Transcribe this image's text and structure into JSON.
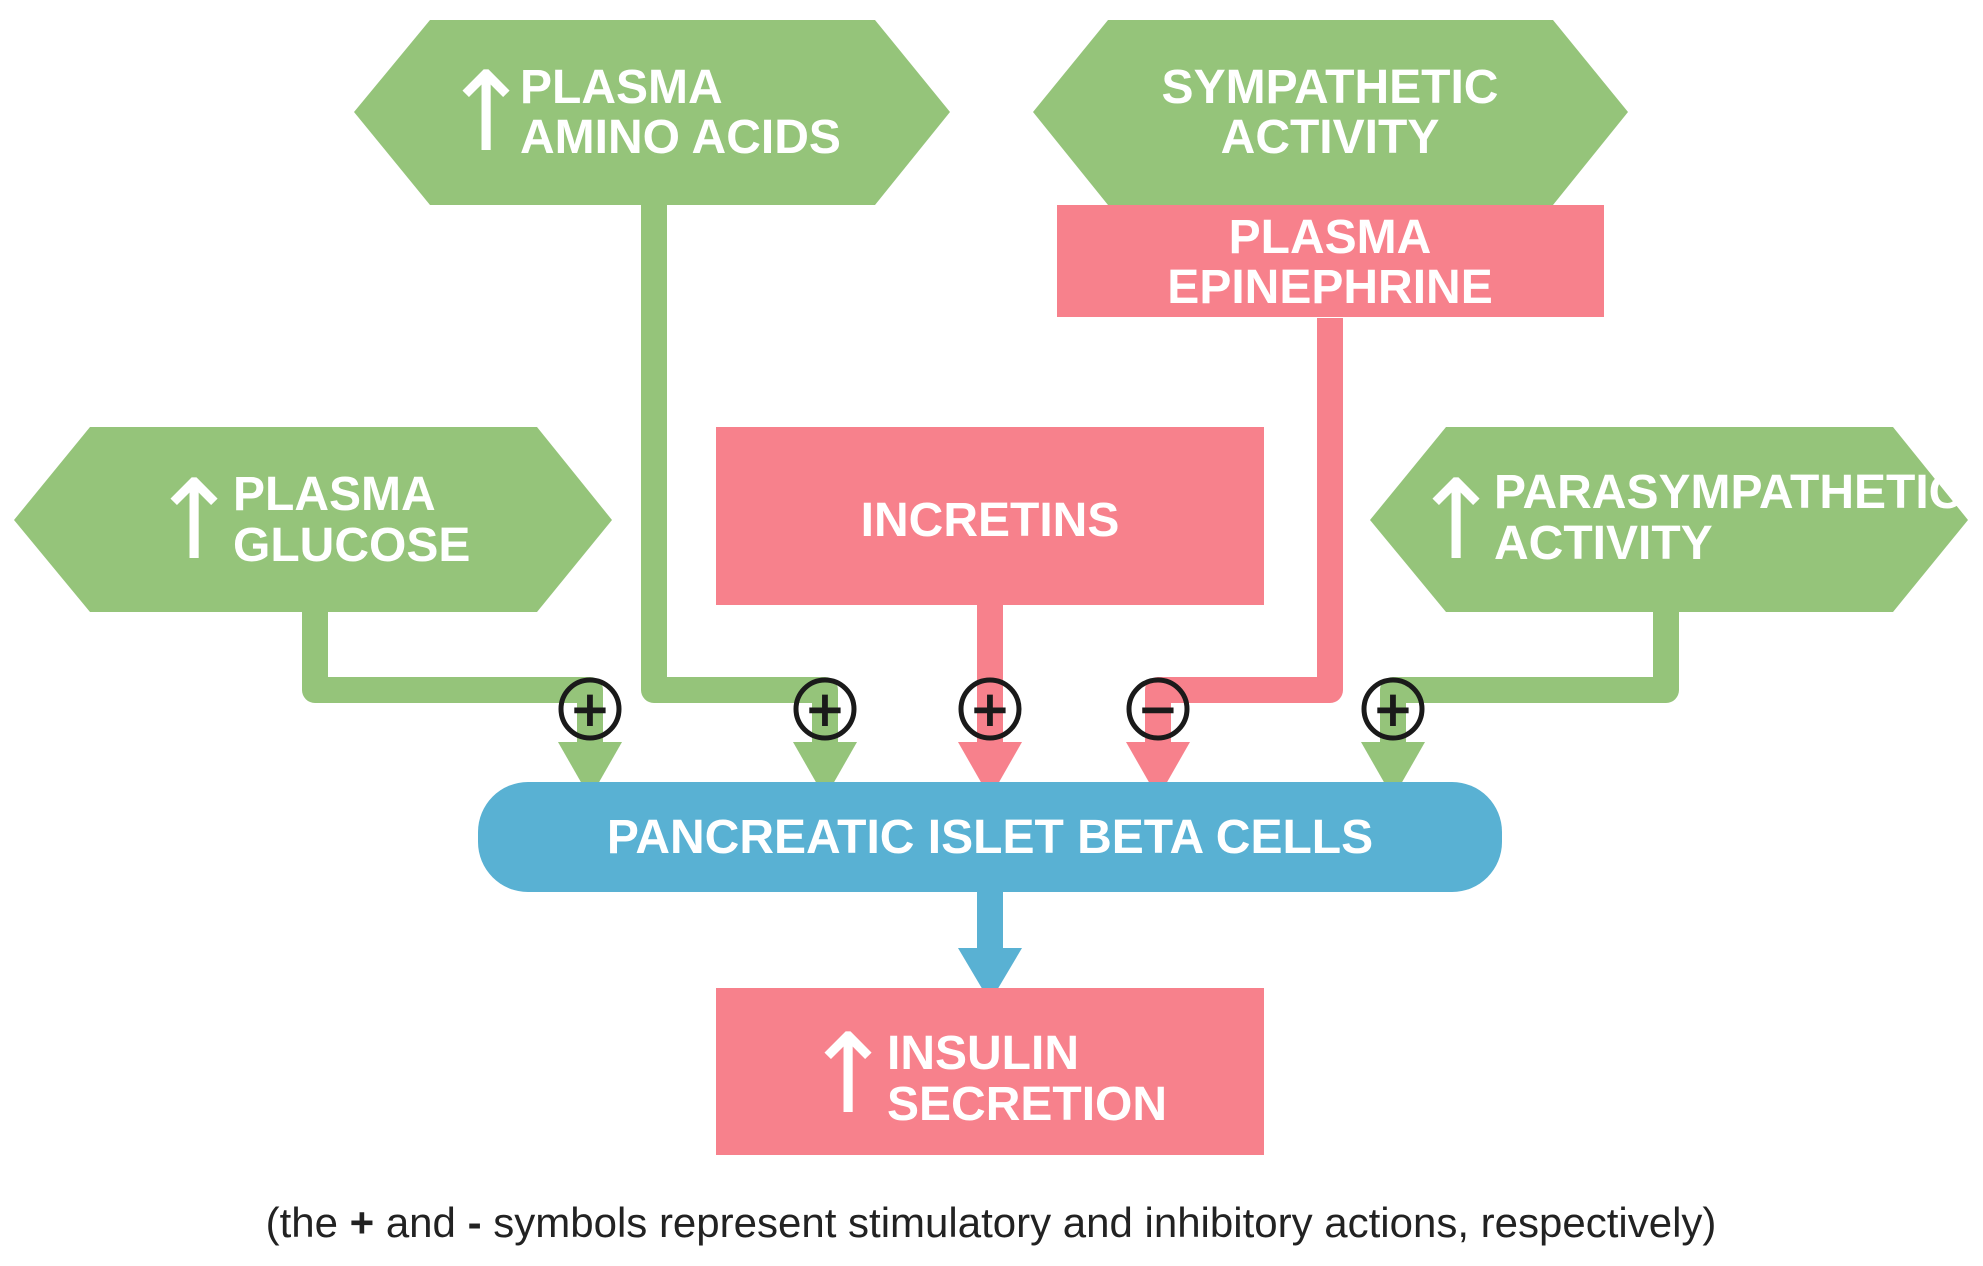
{
  "colors": {
    "green": "#95c47a",
    "pink": "#f7818c",
    "blue": "#59b1d3",
    "sign_stroke": "#1a1a1a"
  },
  "nodes": {
    "plasma_amino_acids": {
      "line1": "PLASMA",
      "line2": "AMINO ACIDS",
      "arrow": "↑"
    },
    "sympathetic_activity": {
      "line1": "SYMPATHETIC",
      "line2": "ACTIVITY"
    },
    "plasma_epinephrine": {
      "line1": "PLASMA",
      "line2": "EPINEPHRINE"
    },
    "plasma_glucose": {
      "line1": "PLASMA",
      "line2": "GLUCOSE",
      "arrow": "↑"
    },
    "incretins": {
      "label": "INCRETINS"
    },
    "parasympathetic_activity": {
      "line1": "PARASYMPATHETIC",
      "line2": "ACTIVITY",
      "arrow": "↑"
    },
    "beta_cells": {
      "label": "PANCREATIC ISLET BETA CELLS"
    },
    "insulin_secretion": {
      "line1": "INSULIN",
      "line2": "SECRETION",
      "arrow": "↑"
    }
  },
  "signs": {
    "glucose": "+",
    "amino_acids": "+",
    "incretins": "+",
    "epinephrine": "−",
    "parasympathetic": "+"
  },
  "caption": {
    "part1": "(the ",
    "plus": "+",
    "part2": " and ",
    "minus": "-",
    "part3": " symbols represent stimulatory and inhibitory actions, respectively)"
  }
}
